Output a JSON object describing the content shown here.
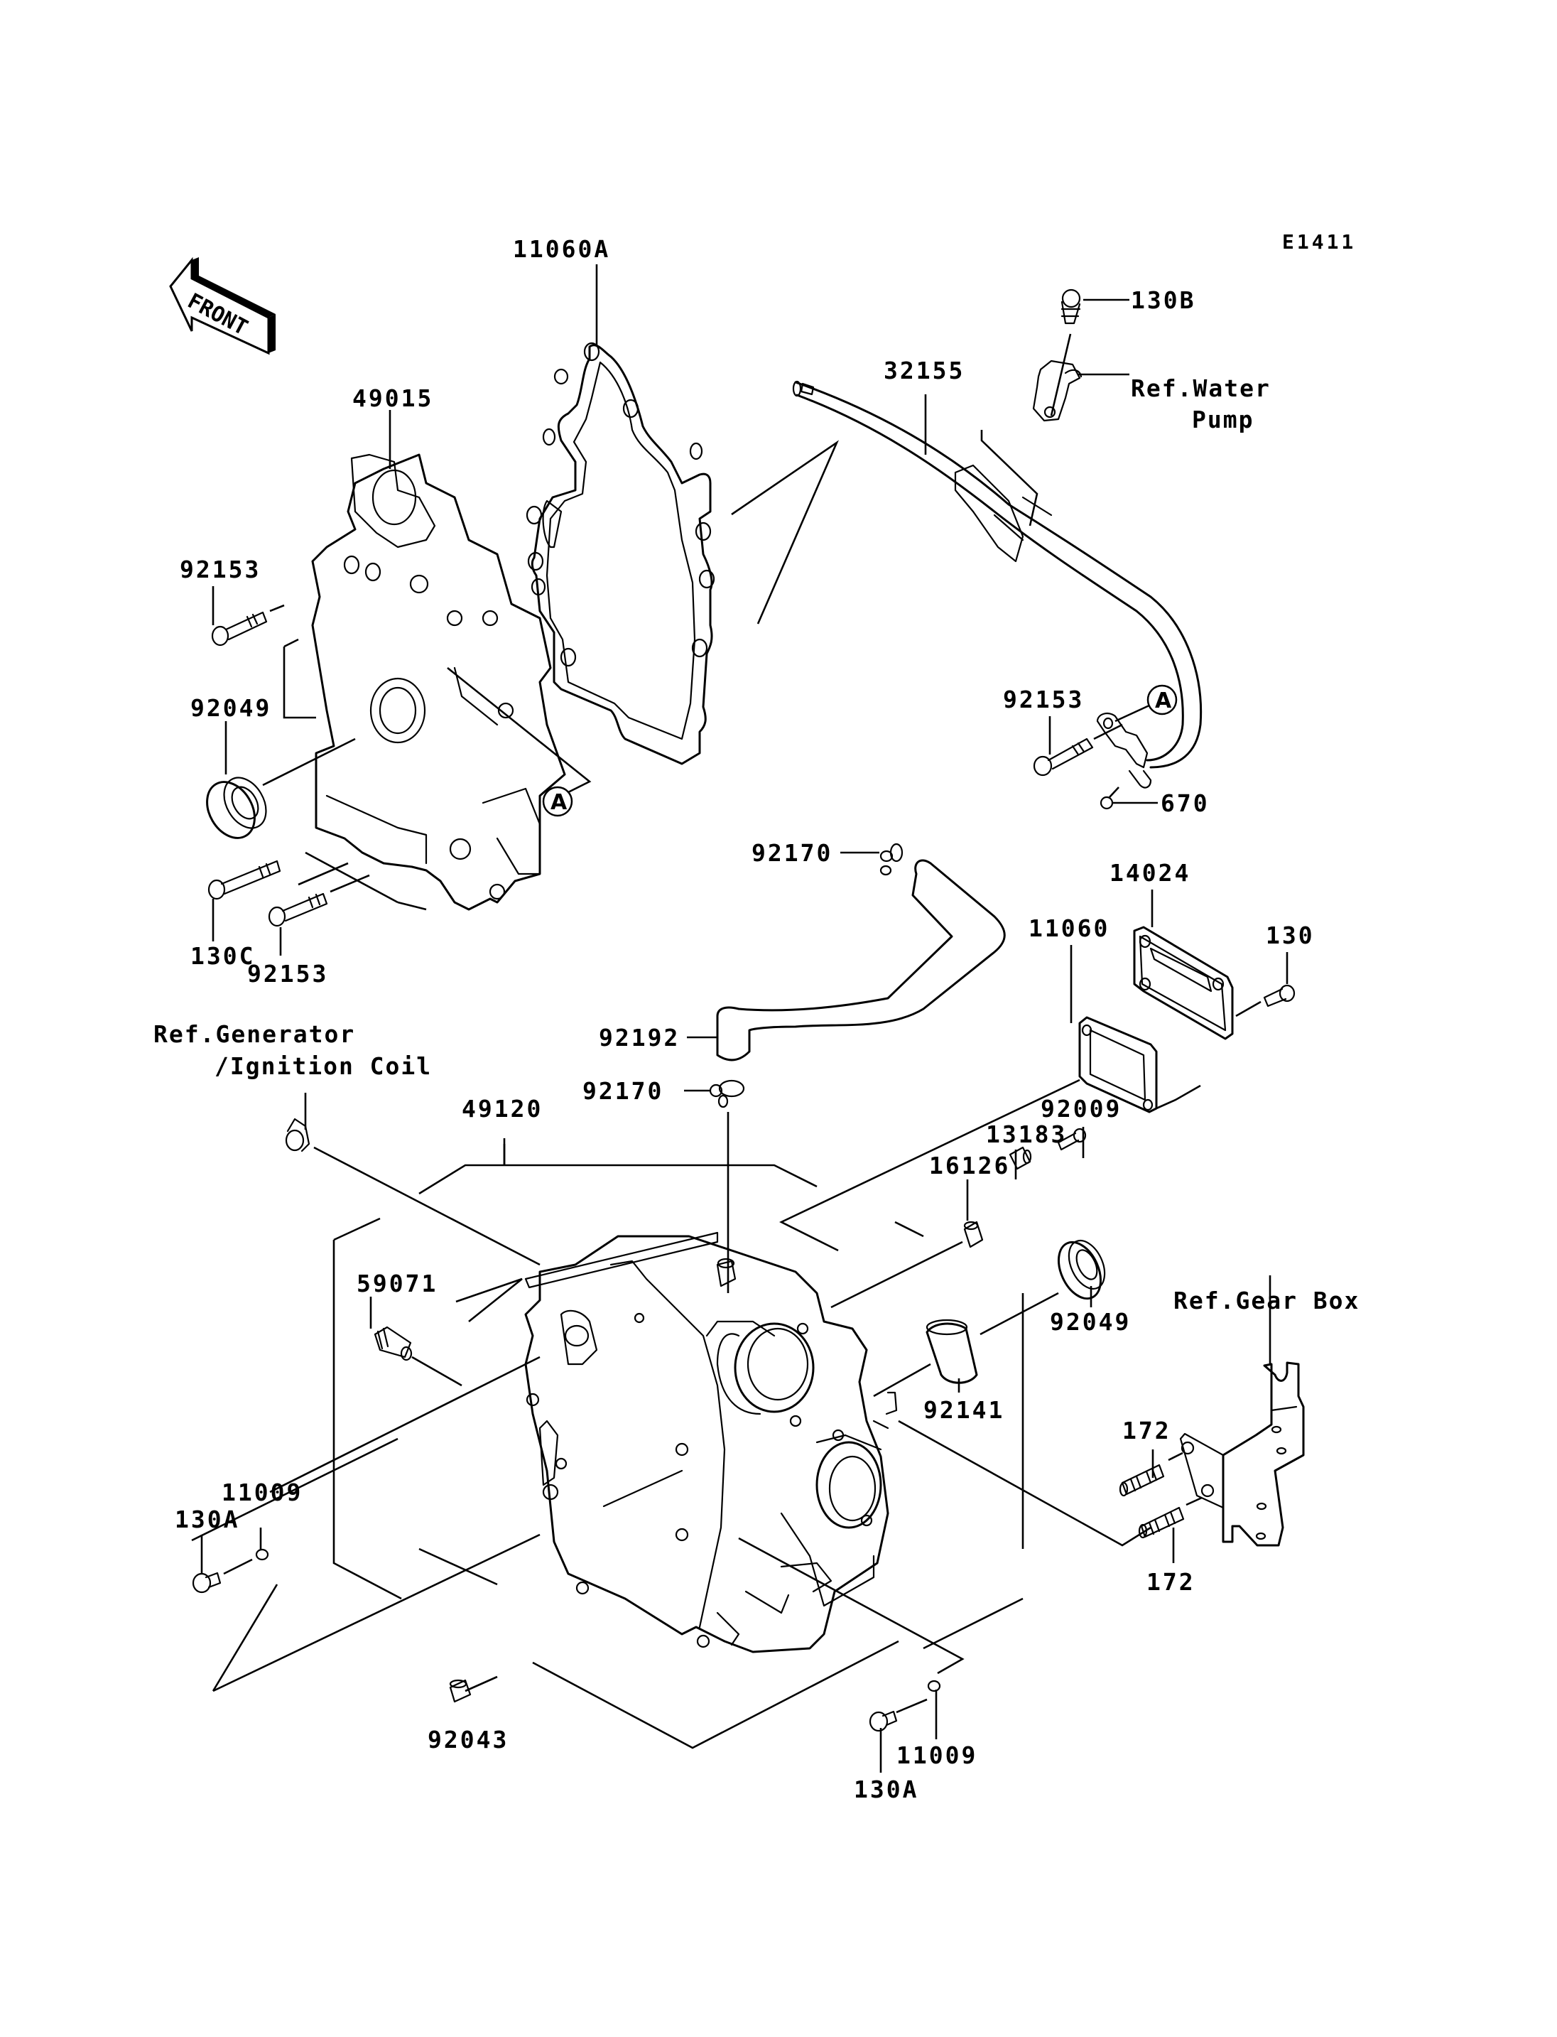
{
  "diagram": {
    "code": "E1411",
    "orientation_marker": {
      "label": "FRONT",
      "icon": "front-arrow-icon"
    },
    "callout_letter": "A",
    "parts": [
      {
        "id": "p49015",
        "label": "49015"
      },
      {
        "id": "p11060A",
        "label": "11060A"
      },
      {
        "id": "p32155",
        "label": "32155"
      },
      {
        "id": "p130B",
        "label": "130B"
      },
      {
        "id": "p92153a",
        "label": "92153"
      },
      {
        "id": "p92049a",
        "label": "92049"
      },
      {
        "id": "p130C",
        "label": "130C"
      },
      {
        "id": "p92153b",
        "label": "92153"
      },
      {
        "id": "p92153c",
        "label": "92153"
      },
      {
        "id": "p670",
        "label": "670"
      },
      {
        "id": "p92170a",
        "label": "92170"
      },
      {
        "id": "p14024",
        "label": "14024"
      },
      {
        "id": "p11060",
        "label": "11060"
      },
      {
        "id": "p130",
        "label": "130"
      },
      {
        "id": "p92192",
        "label": "92192"
      },
      {
        "id": "p92170b",
        "label": "92170"
      },
      {
        "id": "p49120",
        "label": "49120"
      },
      {
        "id": "p92009",
        "label": "92009"
      },
      {
        "id": "p13183",
        "label": "13183"
      },
      {
        "id": "p16126",
        "label": "16126"
      },
      {
        "id": "p59071",
        "label": "59071"
      },
      {
        "id": "p92049b",
        "label": "92049"
      },
      {
        "id": "p92141",
        "label": "92141"
      },
      {
        "id": "p172a",
        "label": "172"
      },
      {
        "id": "p172b",
        "label": "172"
      },
      {
        "id": "p11009a",
        "label": "11009"
      },
      {
        "id": "p130Aa",
        "label": "130A"
      },
      {
        "id": "p92043",
        "label": "92043"
      },
      {
        "id": "p11009b",
        "label": "11009"
      },
      {
        "id": "p130Ab",
        "label": "130A"
      }
    ],
    "references": {
      "water_pump": {
        "line1": "Ref.Water",
        "line2": "Pump"
      },
      "generator": {
        "line1": "Ref.Generator",
        "line2": "/Ignition Coil"
      },
      "gear_box": {
        "line1": "Ref.Gear Box"
      }
    }
  }
}
